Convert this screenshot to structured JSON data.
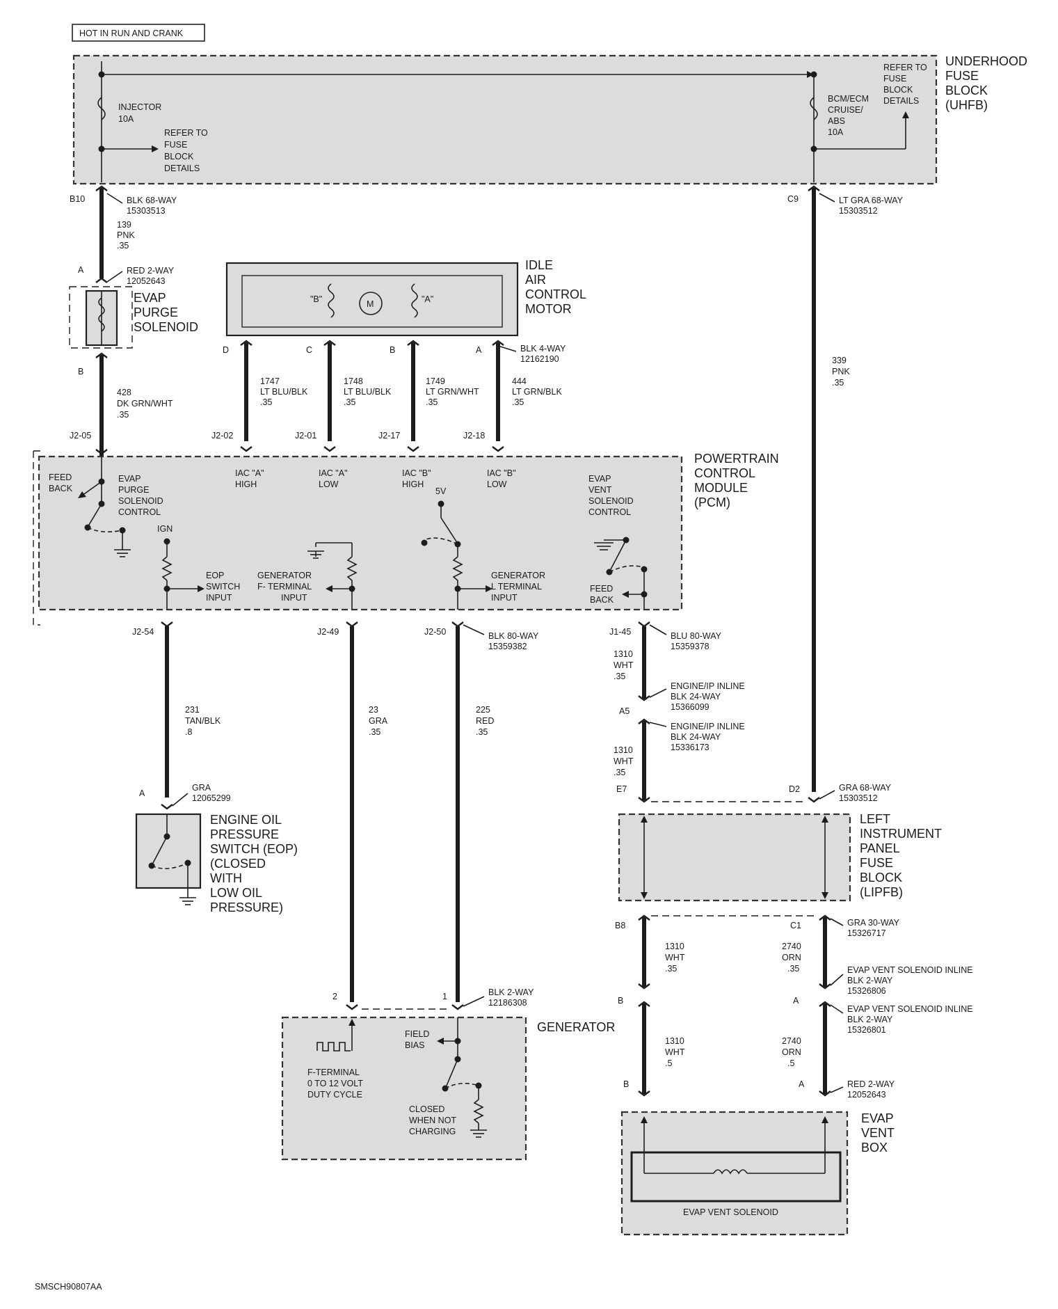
{
  "hot_label": "HOT IN RUN AND CRANK",
  "figure_id": "SMSCH90807AA",
  "uhfb": {
    "name": [
      "UNDERHOOD",
      "FUSE",
      "BLOCK",
      "(UHFB)"
    ],
    "injector_fuse": [
      "INJECTOR",
      "10A"
    ],
    "bcm_fuse": [
      "BCM/ECM",
      "CRUISE/",
      "ABS",
      "10A"
    ],
    "refer_left": [
      "REFER TO",
      "FUSE",
      "BLOCK",
      "DETAILS"
    ],
    "refer_right": [
      "REFER TO",
      "FUSE",
      "BLOCK",
      "DETAILS"
    ]
  },
  "b10": {
    "pin": "B10",
    "conn": [
      "BLK 68-WAY",
      "15303513"
    ]
  },
  "c9": {
    "pin": "C9",
    "conn": [
      "LT GRA 68-WAY",
      "15303512"
    ]
  },
  "wire_139": [
    "139",
    "PNK",
    ".35"
  ],
  "evap_purge": {
    "pin_a": "A",
    "pin_b": "B",
    "conn": [
      "RED 2-WAY",
      "12052643"
    ],
    "name": [
      "EVAP",
      "PURGE",
      "SOLENOID"
    ]
  },
  "wire_428": [
    "428",
    "DK GRN/WHT",
    ".35"
  ],
  "iac": {
    "name": [
      "IDLE",
      "AIR",
      "CONTROL",
      "MOTOR"
    ],
    "coil_b": "\"B\"",
    "coil_a": "\"A\"",
    "motor": "M",
    "pins": [
      "D",
      "C",
      "B",
      "A"
    ],
    "conn": [
      "BLK 4-WAY",
      "12162190"
    ]
  },
  "wire_339": [
    "339",
    "PNK",
    ".35"
  ],
  "wire_1747": [
    "1747",
    "LT BLU/BLK",
    ".35"
  ],
  "wire_1748": [
    "1748",
    "LT BLU/BLK",
    ".35"
  ],
  "wire_1749": [
    "1749",
    "LT GRN/WHT",
    ".35"
  ],
  "wire_444": [
    "444",
    "LT GRN/BLK",
    ".35"
  ],
  "pcm_top_pins": [
    "J2-05",
    "J2-02",
    "J2-01",
    "J2-17",
    "J2-18"
  ],
  "pcm": {
    "name": [
      "POWERTRAIN",
      "CONTROL",
      "MODULE",
      "(PCM)"
    ],
    "feed_back_l": [
      "FEED",
      "BACK"
    ],
    "purge_ctrl": [
      "EVAP",
      "PURGE",
      "SOLENOID",
      "CONTROL"
    ],
    "ign": "IGN",
    "iac_a_high": [
      "IAC \"A\"",
      "HIGH"
    ],
    "iac_a_low": [
      "IAC \"A\"",
      "LOW"
    ],
    "iac_b_high": [
      "IAC \"B\"",
      "HIGH"
    ],
    "iac_b_low": [
      "IAC \"B\"",
      "LOW"
    ],
    "five_v": "5V",
    "vent_ctrl": [
      "EVAP",
      "VENT",
      "SOLENOID",
      "CONTROL"
    ],
    "eop_input": [
      "EOP",
      "SWITCH",
      "INPUT"
    ],
    "gen_f": [
      "GENERATOR",
      "F- TERMINAL",
      "INPUT"
    ],
    "gen_l": [
      "GENERATOR",
      "L TERMINAL",
      "INPUT"
    ],
    "feed_back_r": [
      "FEED",
      "BACK"
    ]
  },
  "pcm_bottom_pins": [
    "J2-54",
    "J2-49",
    "J2-50",
    "J1-45"
  ],
  "blk80": [
    "BLK 80-WAY",
    "15359382"
  ],
  "blu80": [
    "BLU 80-WAY",
    "15359378"
  ],
  "wire_1310_a": [
    "1310",
    "WHT",
    ".35"
  ],
  "inline1": [
    "ENGINE/IP INLINE",
    "BLK 24-WAY",
    "15366099"
  ],
  "a5": "A5",
  "inline2": [
    "ENGINE/IP INLINE",
    "BLK 24-WAY",
    "15336173"
  ],
  "wire_1310_b": [
    "1310",
    "WHT",
    ".35"
  ],
  "e7": "E7",
  "d2": "D2",
  "gra68": [
    "GRA 68-WAY",
    "15303512"
  ],
  "wire_231": [
    "231",
    "TAN/BLK",
    ".8"
  ],
  "wire_23": [
    "23",
    "GRA",
    ".35"
  ],
  "wire_225": [
    "225",
    "RED",
    ".35"
  ],
  "eop": {
    "pin": "A",
    "conn": [
      "GRA",
      "12065299"
    ],
    "name": [
      "ENGINE OIL",
      "PRESSURE",
      "SWITCH (EOP)",
      "(CLOSED",
      "WITH",
      "LOW OIL",
      "PRESSURE)"
    ]
  },
  "lipfb": {
    "name": [
      "LEFT",
      "INSTRUMENT",
      "PANEL",
      "FUSE",
      "BLOCK",
      "(LIPFB)"
    ]
  },
  "b8": "B8",
  "c1": "C1",
  "gra30": [
    "GRA 30-WAY",
    "15326717"
  ],
  "wire_1310_c": [
    "1310",
    "WHT",
    ".35"
  ],
  "wire_2740_a": [
    "2740",
    "ORN",
    ".35"
  ],
  "vent_inline1": [
    "EVAP VENT SOLENOID INLINE",
    "BLK 2-WAY",
    "15326806"
  ],
  "vent_inline2": [
    "EVAP VENT SOLENOID INLINE",
    "BLK 2-WAY",
    "15326801"
  ],
  "pin_b1": "B",
  "pin_a1": "A",
  "wire_1310_d": [
    "1310",
    "WHT",
    ".5"
  ],
  "wire_2740_b": [
    "2740",
    "ORN",
    ".5"
  ],
  "pin_b2": "B",
  "pin_a2": "A",
  "red2way": [
    "RED 2-WAY",
    "12052643"
  ],
  "evap_vent": {
    "name": [
      "EVAP",
      "VENT",
      "BOX"
    ],
    "solenoid": "EVAP VENT SOLENOID"
  },
  "generator": {
    "name": "GENERATOR",
    "pin2": "2",
    "pin1": "1",
    "conn": [
      "BLK 2-WAY",
      "12186308"
    ],
    "field_bias": [
      "FIELD",
      "BIAS"
    ],
    "f_terminal": [
      "F-TERMINAL",
      "0 TO 12 VOLT",
      "DUTY CYCLE"
    ],
    "closed": [
      "CLOSED",
      "WHEN NOT",
      "CHARGING"
    ]
  }
}
